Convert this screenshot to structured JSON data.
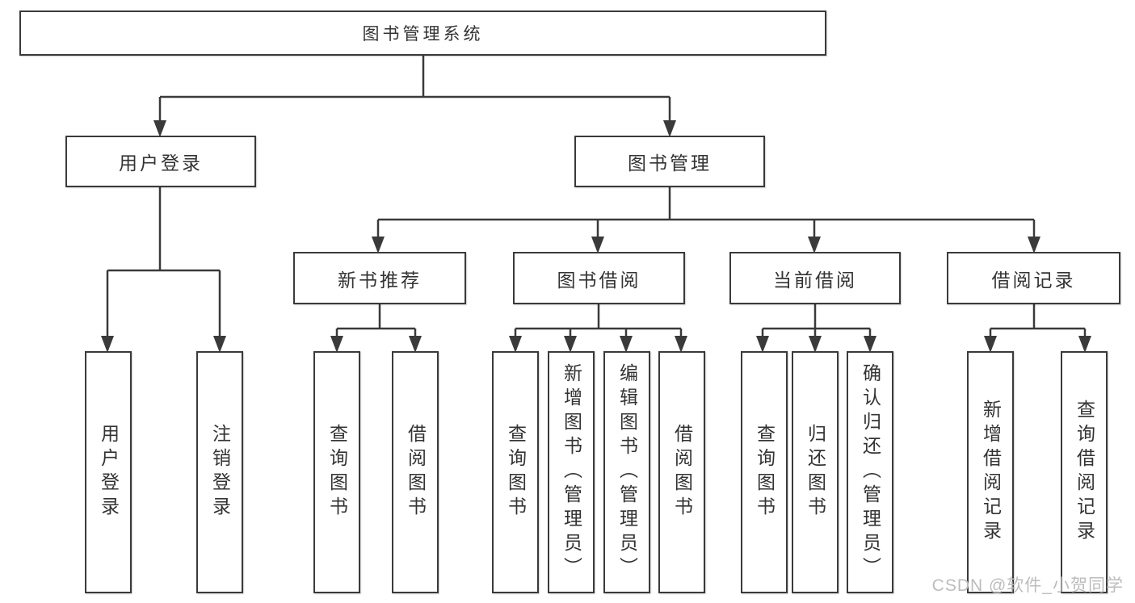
{
  "diagram": {
    "root": {
      "label": "图书管理系统"
    },
    "level2": [
      {
        "label": "用户登录"
      },
      {
        "label": "图书管理"
      }
    ],
    "level3": [
      {
        "label": "新书推荐"
      },
      {
        "label": "图书借阅"
      },
      {
        "label": "当前借阅"
      },
      {
        "label": "借阅记录"
      }
    ],
    "leaves": [
      {
        "label": "用户登录"
      },
      {
        "label": "注销登录"
      },
      {
        "label": "查询图书"
      },
      {
        "label": "借阅图书"
      },
      {
        "label": "查询图书"
      },
      {
        "label": "新增图书（管理员）"
      },
      {
        "label": "编辑图书（管理员）"
      },
      {
        "label": "借阅图书"
      },
      {
        "label": "查询图书"
      },
      {
        "label": "归还图书"
      },
      {
        "label": "确认归还（管理员）"
      },
      {
        "label": "新增借阅记录"
      },
      {
        "label": "查询借阅记录"
      }
    ]
  },
  "watermark": {
    "label": "CSDN @软件_小贺同学"
  },
  "colors": {
    "line": "#3a3a3a",
    "text": "#333333",
    "background": "#ffffff",
    "watermark": "#bcbcbc"
  }
}
